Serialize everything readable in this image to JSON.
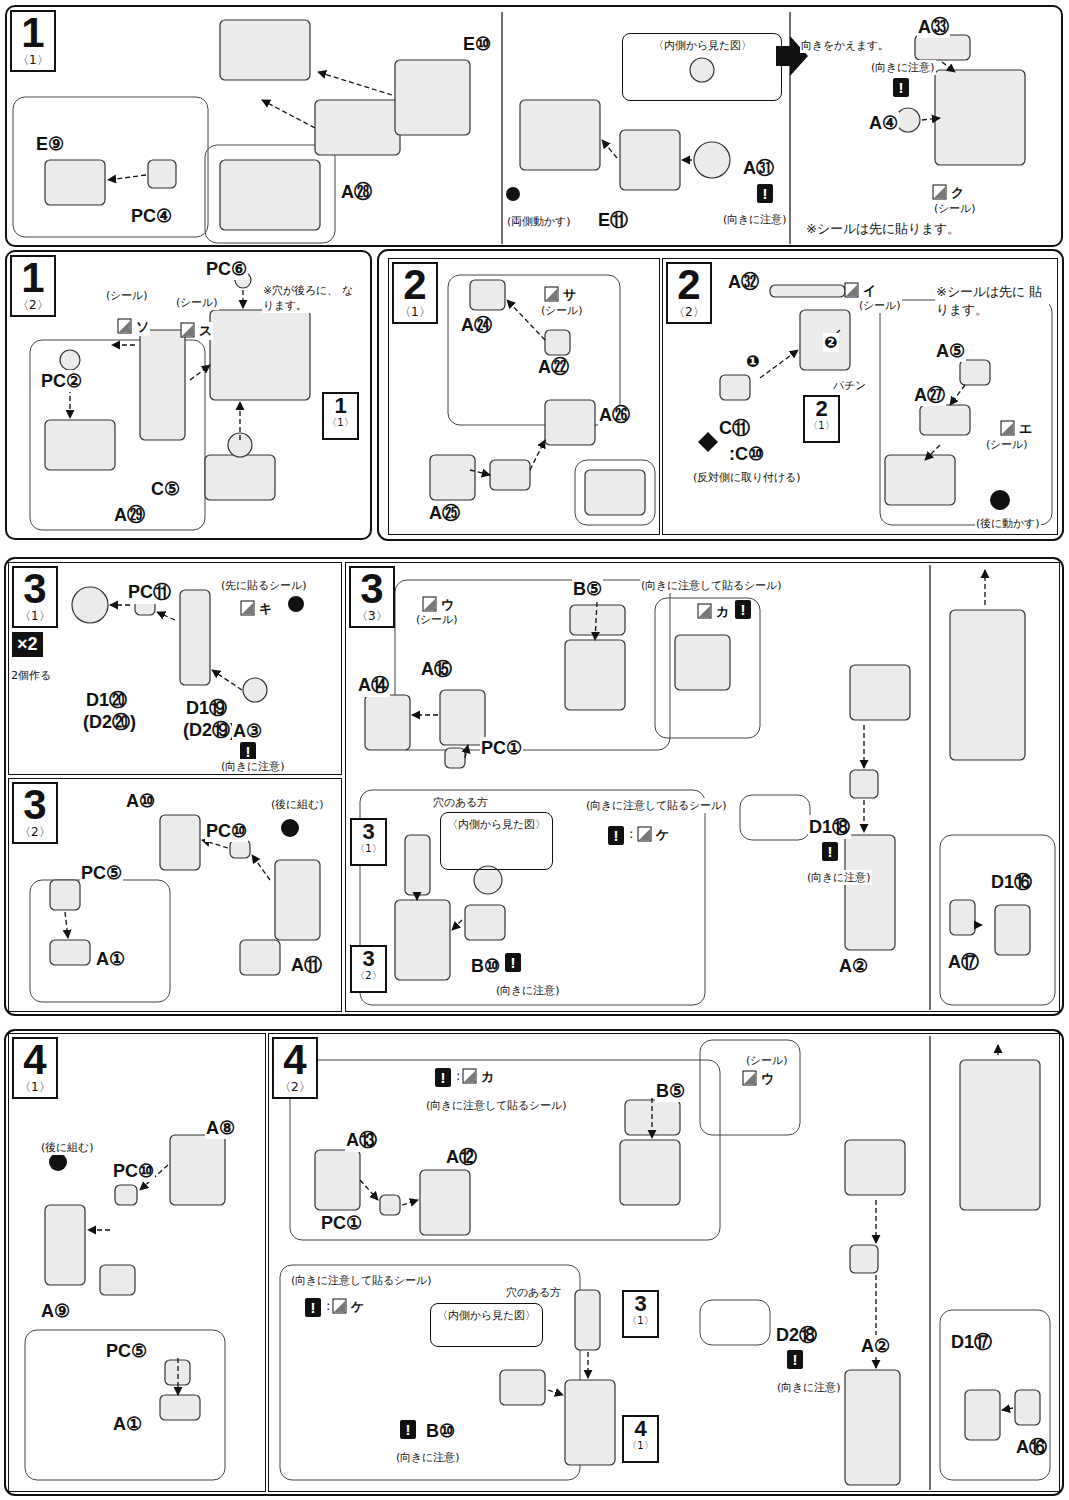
{
  "diagram": {
    "nodes": [
      {
        "text": [
          "1",
          "〈1〉"
        ]
      },
      {
        "text": [
          "〈内側から見た図〉"
        ],
        "in": 0
      },
      {
        "text": [
          "1",
          "〈2〉"
        ]
      },
      {
        "text": [
          "1",
          "〈1〉"
        ],
        "in": 2
      },
      {
        "text": [
          "2",
          "〈1〉"
        ]
      },
      {
        "text": [
          "2",
          "〈2〉"
        ]
      },
      {
        "text": [
          "2",
          "〈1〉"
        ],
        "in": 5
      },
      {
        "text": [
          "3",
          "〈1〉"
        ]
      },
      {
        "text": [
          "3",
          "〈2〉"
        ]
      },
      {
        "text": [
          "3",
          "〈3〉"
        ]
      },
      {
        "text": [
          "3",
          "〈1〉"
        ],
        "in": 9
      },
      {
        "text": [
          "〈内側から見た図〉"
        ],
        "in": 9
      },
      {
        "text": [
          "3",
          "〈2〉"
        ],
        "in": 9
      },
      {
        "text": [
          "4",
          "〈1〉"
        ]
      },
      {
        "text": [
          "4",
          "〈2〉"
        ]
      },
      {
        "text": [
          "〈内側から見た図〉"
        ],
        "in": 14
      },
      {
        "text": [
          "3",
          "〈1〉"
        ],
        "in": 14
      },
      {
        "text": [
          "4",
          "〈1〉"
        ],
        "in": 14
      }
    ],
    "labels": [
      "E⑨",
      "PC④",
      "E⑩",
      "A㉘",
      "(両側動かす)",
      "E⑪",
      "A㉛",
      "!",
      "(向きに注意)",
      "向きをかえます。",
      "A㉝",
      "(向きに注意)",
      "!",
      "A④",
      "ク",
      "(シール)",
      "※シールは先に貼ります。",
      "PC⑥",
      "※穴が後ろに、 なります。",
      "(シール)",
      "ソ",
      "(シール)",
      "ス",
      "PC②",
      "C⑤",
      "A㉙",
      "サ",
      "(シール)",
      "A㉔",
      "A㉒",
      "A㉖",
      "A㉕",
      "A㉜",
      "イ",
      "(シール)",
      "※シールは先に 貼ります。",
      "❶",
      "❷",
      "パチン",
      "C⑪",
      ":C⑩",
      "(反対側に取り付ける)",
      "A⑤",
      "A㉗",
      "エ",
      "(シール)",
      "(後に動かす)",
      "×2",
      "2個作る",
      "PC⑪",
      "(先に貼るシール)",
      "キ",
      "D1⑳",
      "(D2⑳)",
      "D1⑲",
      "(D2⑲)",
      "A③",
      "!",
      "(向きに注意)",
      "A⑩",
      "PC⑩",
      "(後に組む)",
      "PC⑤",
      "A①",
      "A⑪",
      "ウ",
      "(シール)",
      "B⑤",
      "(向きに注意して貼るシール)",
      "カ",
      "!",
      "A⑭",
      "A⑮",
      "PC①",
      "穴のある方",
      "(向きに注意して貼るシール)",
      "!",
      ":",
      "ケ",
      "B⑩",
      "!",
      "(向きに注意)",
      "D1⑱",
      "!",
      "(向きに注意)",
      "A②",
      "D1⑯",
      "A⑰",
      "(後に組む)",
      "PC⑩",
      "A⑧",
      "A⑨",
      "PC⑤",
      "A①",
      "!",
      ":",
      "カ",
      "(向きに注意して貼るシール)",
      "B⑤",
      "(シール)",
      "ウ",
      "A⑬",
      "A⑫",
      "PC①",
      "D2⑱",
      "!",
      "(向きに注意)",
      "A②",
      "(向きに注意して貼るシール)",
      "!",
      ":",
      "ケ",
      "穴のある方",
      "!",
      "B⑩",
      "(向きに注意)",
      "D1⑰",
      "A⑯"
    ]
  }
}
